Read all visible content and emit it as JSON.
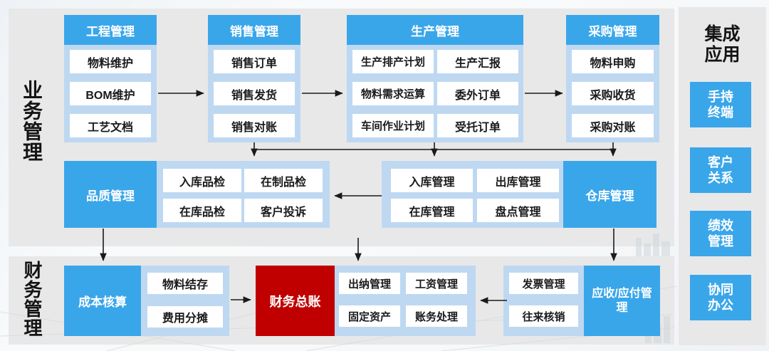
{
  "sections": {
    "business": {
      "label": "业务管理"
    },
    "finance": {
      "label": "财务管理"
    },
    "integration": {
      "label": "集成应用"
    }
  },
  "top_columns": [
    {
      "header": "工程管理",
      "items": [
        "物料维护",
        "BOM维护",
        "工艺文档"
      ]
    },
    {
      "header": "销售管理",
      "items": [
        "销售订单",
        "销售发货",
        "销售对账"
      ]
    },
    {
      "header": "生产管理",
      "items": [
        "生产排产计划",
        "生产汇报",
        "物料需求运算",
        "委外订单",
        "车间作业计划",
        "受托订单"
      ]
    },
    {
      "header": "采购管理",
      "items": [
        "物料申购",
        "采购收货",
        "采购对账"
      ]
    }
  ],
  "middle_row": {
    "quality": {
      "header": "品质管理",
      "items": [
        "入库品检",
        "在制品检",
        "在库品检",
        "客户投诉"
      ]
    },
    "warehouse": {
      "header": "仓库管理",
      "items": [
        "入库管理",
        "出库管理",
        "在库管理",
        "盘点管理"
      ]
    }
  },
  "bottom_row": {
    "cost": {
      "header": "成本核算",
      "items": [
        "物料结存",
        "费用分摊"
      ]
    },
    "ledger": {
      "header": "财务总账"
    },
    "cashier_items": [
      "出纳管理",
      "工资管理",
      "固定资产",
      "账务处理"
    ],
    "invoice_items": [
      "发票管理",
      "往来核销"
    ],
    "arap": {
      "header": "应收/应付管理"
    }
  },
  "integration_apps": [
    "手持终端",
    "客户关系",
    "绩效管理",
    "协同办公"
  ],
  "colors": {
    "primary_blue": "#3aa6ea",
    "panel_light_blue": "#bed8f1",
    "ledger_red": "#c00000",
    "section_gray": "#e8e8e9",
    "arrow_black": "#1a1a1a"
  }
}
